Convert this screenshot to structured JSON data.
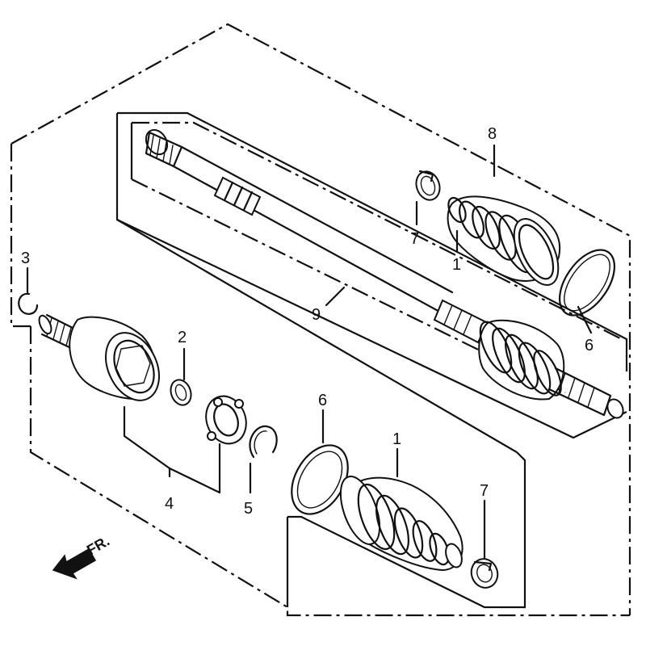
{
  "callouts": {
    "c1_upper": "1",
    "c1_lower": "1",
    "c2": "2",
    "c3": "3",
    "c4": "4",
    "c5": "5",
    "c6_upper": "6",
    "c6_lower": "6",
    "c7_upper": "7",
    "c7_lower": "7",
    "c8": "8",
    "c9": "9"
  },
  "direction": {
    "label": "FR.",
    "arrow_icon": "arrow-left-down-icon"
  },
  "colors": {
    "line": "#111111",
    "background": "#ffffff"
  }
}
